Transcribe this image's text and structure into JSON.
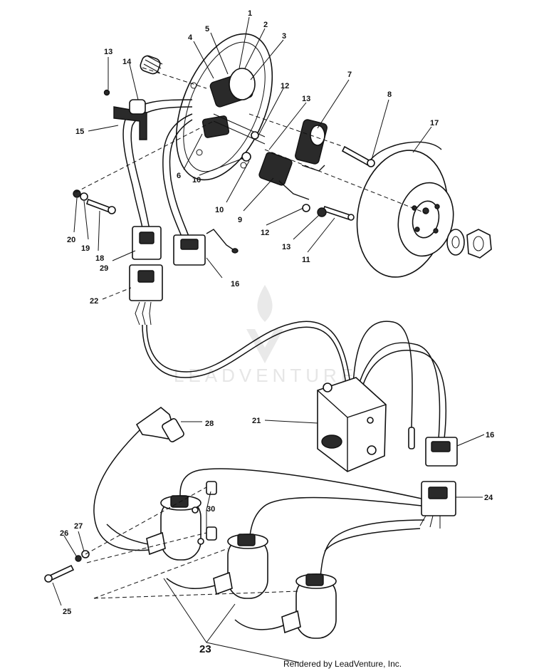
{
  "callouts": [
    {
      "id": "c1",
      "text": "1"
    },
    {
      "id": "c2",
      "text": "2"
    },
    {
      "id": "c3",
      "text": "3"
    },
    {
      "id": "c4",
      "text": "4"
    },
    {
      "id": "c5",
      "text": "5"
    },
    {
      "id": "c6",
      "text": "6"
    },
    {
      "id": "c7",
      "text": "7"
    },
    {
      "id": "c8",
      "text": "8"
    },
    {
      "id": "c9",
      "text": "9"
    },
    {
      "id": "c10a",
      "text": "10"
    },
    {
      "id": "c10b",
      "text": "10"
    },
    {
      "id": "c11",
      "text": "11"
    },
    {
      "id": "c12a",
      "text": "12"
    },
    {
      "id": "c12b",
      "text": "12"
    },
    {
      "id": "c13a",
      "text": "13"
    },
    {
      "id": "c13b",
      "text": "13"
    },
    {
      "id": "c13c",
      "text": "13"
    },
    {
      "id": "c14",
      "text": "14"
    },
    {
      "id": "c15",
      "text": "15"
    },
    {
      "id": "c16a",
      "text": "16"
    },
    {
      "id": "c16b",
      "text": "16"
    },
    {
      "id": "c17",
      "text": "17"
    },
    {
      "id": "c18",
      "text": "18"
    },
    {
      "id": "c19",
      "text": "19"
    },
    {
      "id": "c20",
      "text": "20"
    },
    {
      "id": "c21",
      "text": "21"
    },
    {
      "id": "c22",
      "text": "22"
    },
    {
      "id": "c23",
      "text": "23"
    },
    {
      "id": "c24",
      "text": "24"
    },
    {
      "id": "c25",
      "text": "25"
    },
    {
      "id": "c26",
      "text": "26"
    },
    {
      "id": "c27",
      "text": "27"
    },
    {
      "id": "c28",
      "text": "28"
    },
    {
      "id": "c29",
      "text": "29"
    },
    {
      "id": "c30",
      "text": "30"
    }
  ],
  "watermark": {
    "text": "LEADVENTURE"
  },
  "credit": {
    "text": "Rendered by LeadVenture, Inc."
  }
}
